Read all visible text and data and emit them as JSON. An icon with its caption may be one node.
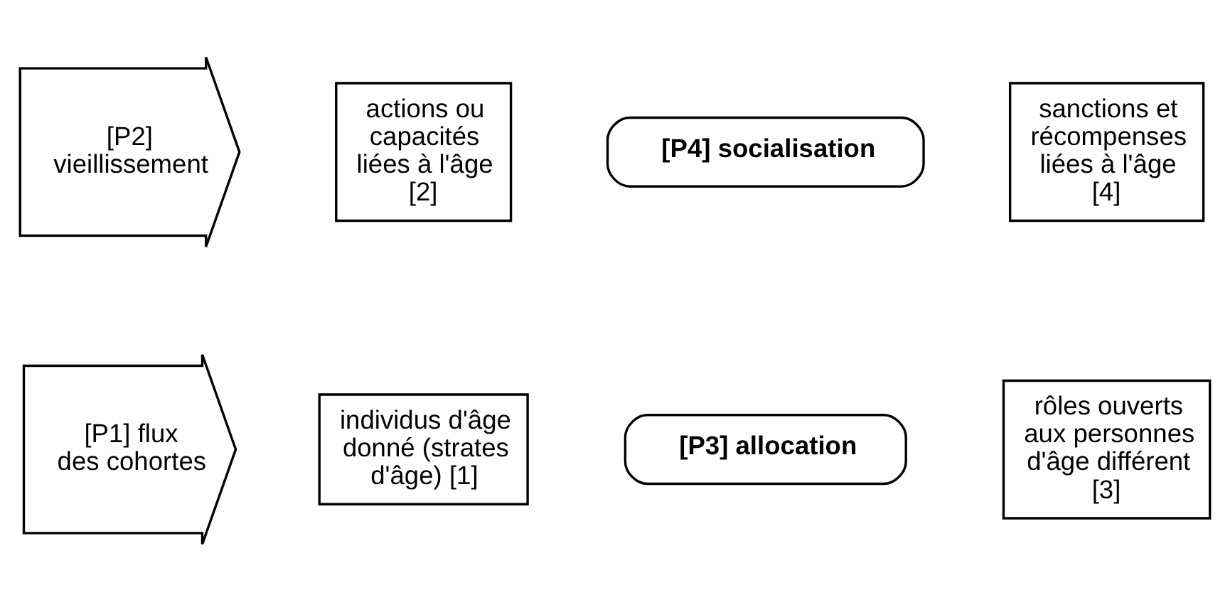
{
  "diagram": {
    "nodes": [
      {
        "text": [
          "[P1] flux des cohortes"
        ]
      },
      {
        "text": [
          "individus d'âge donné (strates d'âge) [1]"
        ]
      },
      {
        "text": [
          "[P3] allocation"
        ]
      },
      {
        "text": [
          "rôles ouverts aux personnes d'âge différent [3]"
        ]
      },
      {
        "text": [
          "[P2] vieillissement"
        ]
      },
      {
        "text": [
          "actions ou capacités liées à l'âge [2]"
        ]
      },
      {
        "text": [
          "[P4] socialisation"
        ]
      },
      {
        "text": [
          "sanctions et récompenses liées à l'âge [4]"
        ]
      }
    ]
  }
}
